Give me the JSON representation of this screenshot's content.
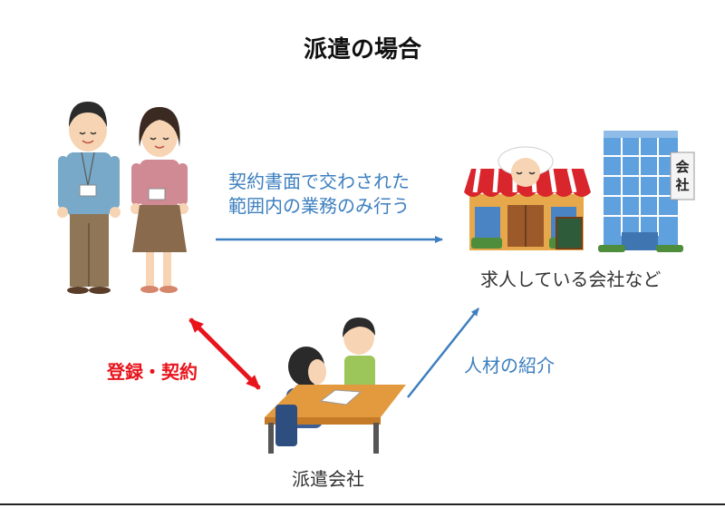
{
  "title": "派遣の場合",
  "labels": {
    "work_scope_line1": "契約書面で交わされた",
    "work_scope_line2": "範囲内の業務のみ行う",
    "hiring_company": "求人している会社など",
    "register_contract": "登録・契約",
    "introduce_talent": "人材の紹介",
    "dispatch_company": "派遣会社"
  },
  "building_sign": [
    "会",
    "社"
  ],
  "colors": {
    "blue_arrow": "#3d7fbf",
    "red_arrow": "#e8141c",
    "title_text": "#111111"
  }
}
